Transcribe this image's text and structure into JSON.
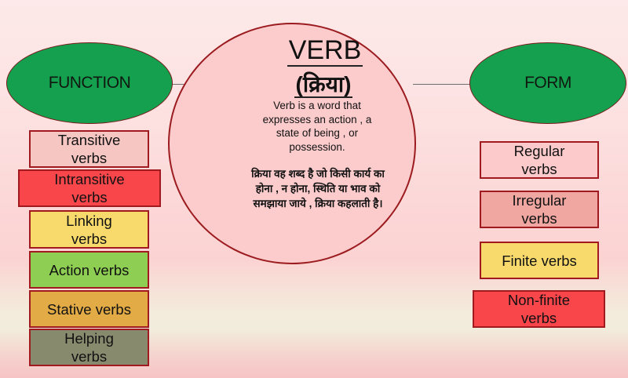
{
  "diagram": {
    "center": {
      "title": "VERB",
      "title_hindi": "(क्रिया)",
      "definition_english": "Verb is a word that expresses an action , a state of being , or possession.",
      "definition_hindi": "क्रिया वह शब्द है जो किसी कार्य का होना , न होना, स्थिति या भाव को समझाया जाये , क्रिया कहलाती है।",
      "fill_color": "#fccccd",
      "border_color": "#9b1b1f"
    },
    "left_branch": {
      "label": "FUNCTION",
      "fill_color": "#14a04f",
      "items": [
        {
          "label": "Transitive verbs",
          "color": "#f6c6c2"
        },
        {
          "label": "Intransitive verbs",
          "color": "#f9464b"
        },
        {
          "label": "Linking verbs",
          "color": "#f8da6c"
        },
        {
          "label": "Action verbs",
          "color": "#8ece52"
        },
        {
          "label": "Stative verbs",
          "color": "#e2ab45"
        },
        {
          "label": "Helping verbs",
          "color": "#888a6e"
        }
      ]
    },
    "right_branch": {
      "label": "FORM",
      "fill_color": "#14a04f",
      "items": [
        {
          "label": "Regular verbs",
          "color": "#fccacb"
        },
        {
          "label": "Irregular verbs",
          "color": "#f0a7a1"
        },
        {
          "label": "Finite verbs",
          "color": "#f8da6c"
        },
        {
          "label": "Non-finite verbs",
          "color": "#f9464b"
        }
      ]
    }
  }
}
